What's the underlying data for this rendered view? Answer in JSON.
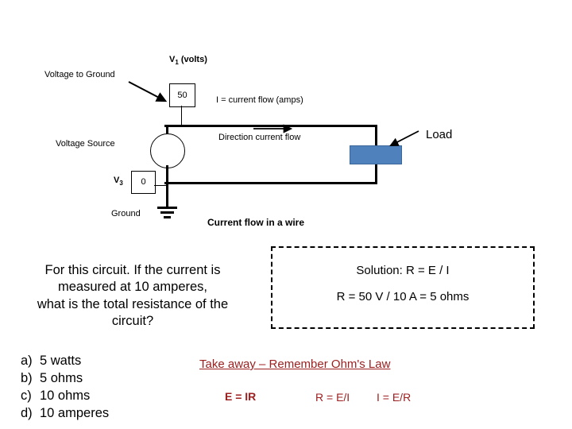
{
  "diagram": {
    "labels": {
      "v1": "V",
      "v1_sub": "1",
      "v1_units": " (volts)",
      "voltage_to_ground": "Voltage to Ground",
      "voltage_source": "Voltage Source",
      "v3": "V",
      "v3_sub": "3",
      "ground": "Ground",
      "current_flow_def": "I = current flow (amps)",
      "direction_current_flow": "Direction current flow",
      "current_flow_in_a_wire": "Current flow in a wire",
      "load": "Load"
    },
    "meters": {
      "v1_value": "50",
      "v3_value": "0"
    },
    "colors": {
      "load_fill": "#4F81BD",
      "load_stroke": "#3A6699",
      "wire": "#000000"
    }
  },
  "question": {
    "lines": [
      "For this circuit. If the current is",
      "measured at 10 amperes,",
      "what is the total resistance of the",
      "circuit?"
    ]
  },
  "solution": {
    "line1": "Solution:  R = E / I",
    "line2": "R =  50 V / 10 A = 5 ohms"
  },
  "options": [
    {
      "key": "a)",
      "text": "5 watts"
    },
    {
      "key": "b)",
      "text": "5 ohms"
    },
    {
      "key": "c)",
      "text": "10 ohms"
    },
    {
      "key": "d)",
      "text": "10 amperes"
    }
  ],
  "takeaway": {
    "heading": "Take away – Remember Ohm's Law",
    "formula_main": "E = IR",
    "formula_r": "R = E/I",
    "formula_i": "I =  E/R",
    "color": "#9C2020"
  }
}
